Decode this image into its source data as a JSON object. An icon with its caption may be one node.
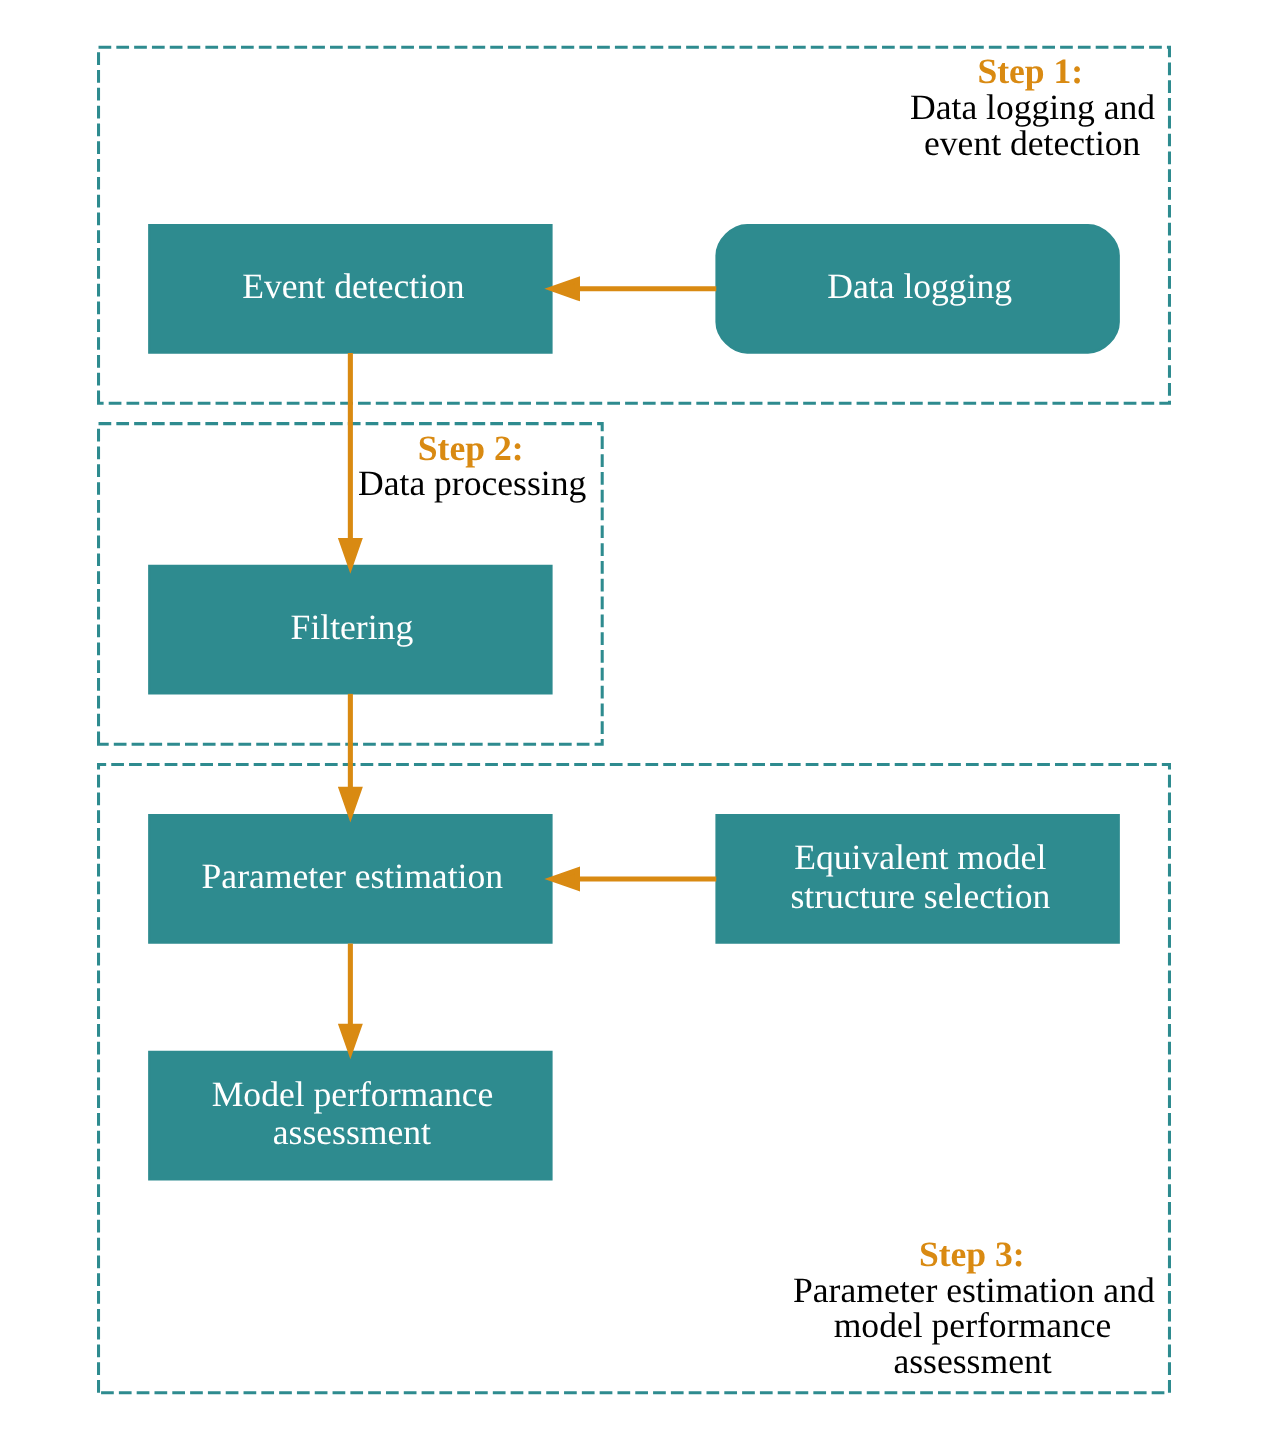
{
  "diagram": {
    "nodes": [
      {
        "text": [
          "Step 1:",
          "Data logging and event detection"
        ]
      },
      {
        "text": [
          "Data logging"
        ],
        "in": 0
      },
      {
        "text": [
          "Event detection"
        ],
        "in": 0
      },
      {
        "text": [
          "Step 2:",
          "Data processing"
        ]
      },
      {
        "text": [
          "Filtering"
        ],
        "in": 3
      },
      {
        "text": [
          "Step 3:",
          "Parameter estimation and model performance assessment"
        ]
      },
      {
        "text": [
          "Parameter estimation"
        ],
        "in": 5
      },
      {
        "text": [
          "Equivalent model structure selection"
        ],
        "in": 5
      },
      {
        "text": [
          "Model performance assessment"
        ],
        "in": 5
      }
    ],
    "edges": [
      {
        "from": 1,
        "to": 2,
        "arrow": "to"
      },
      {
        "from": 2,
        "to": 4,
        "arrow": "to"
      },
      {
        "from": 4,
        "to": 6,
        "arrow": "to"
      },
      {
        "from": 7,
        "to": 6,
        "arrow": "to"
      },
      {
        "from": 6,
        "to": 8,
        "arrow": "to"
      }
    ]
  }
}
